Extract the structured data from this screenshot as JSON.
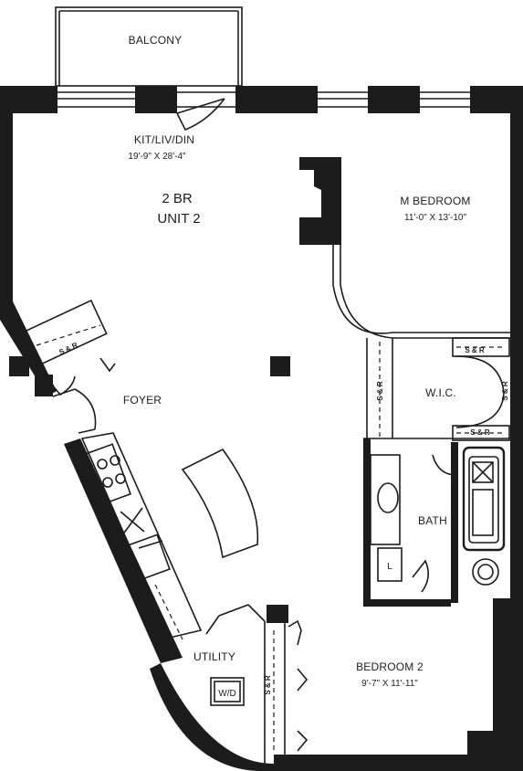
{
  "plan": {
    "unit": {
      "line1": "2 BR",
      "line2": "UNIT 2"
    },
    "rooms": {
      "balcony": {
        "name": "BALCONY"
      },
      "kitchen": {
        "name": "KIT/LIV/DIN",
        "dims": "19'-9\" X 28'-4\""
      },
      "master": {
        "name": "M BEDROOM",
        "dims": "11'-0\" X 13'-10\""
      },
      "wic": {
        "name": "W.I.C."
      },
      "foyer": {
        "name": "FOYER"
      },
      "bath": {
        "name": "BATH"
      },
      "utility": {
        "name": "UTILITY"
      },
      "bedroom2": {
        "name": "BEDROOM 2",
        "dims": "9'-7\" X 11'-11\""
      }
    },
    "fixtures": {
      "shelf_rod": "S & R",
      "washer_dryer": "W/D",
      "linen": "L"
    }
  }
}
